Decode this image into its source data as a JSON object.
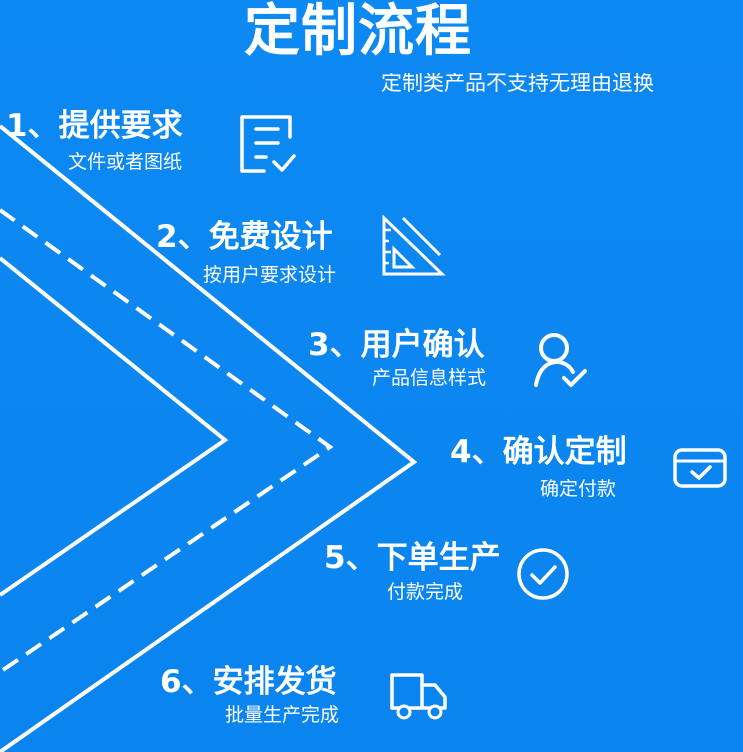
{
  "page": {
    "title": "定制流程",
    "notice": "定制类产品不支持无理由退换"
  },
  "steps": [
    {
      "main": "1、提供要求",
      "sub": "文件或者图纸",
      "icon": "document-icon"
    },
    {
      "main": "2、免费设计",
      "sub": "按用户要求设计",
      "icon": "ruler-triangle-icon"
    },
    {
      "main": "3、用户确认",
      "sub": "产品信息样式",
      "icon": "user-check-icon"
    },
    {
      "main": "4、确认定制",
      "sub": "确定付款",
      "icon": "wallet-check-icon"
    },
    {
      "main": "5、下单生产",
      "sub": "付款完成",
      "icon": "check-circle-icon"
    },
    {
      "main": "6、安排发货",
      "sub": "批量生产完成",
      "icon": "truck-icon"
    }
  ],
  "colors": {
    "background": "#0a86f0",
    "foreground": "#ffffff"
  }
}
